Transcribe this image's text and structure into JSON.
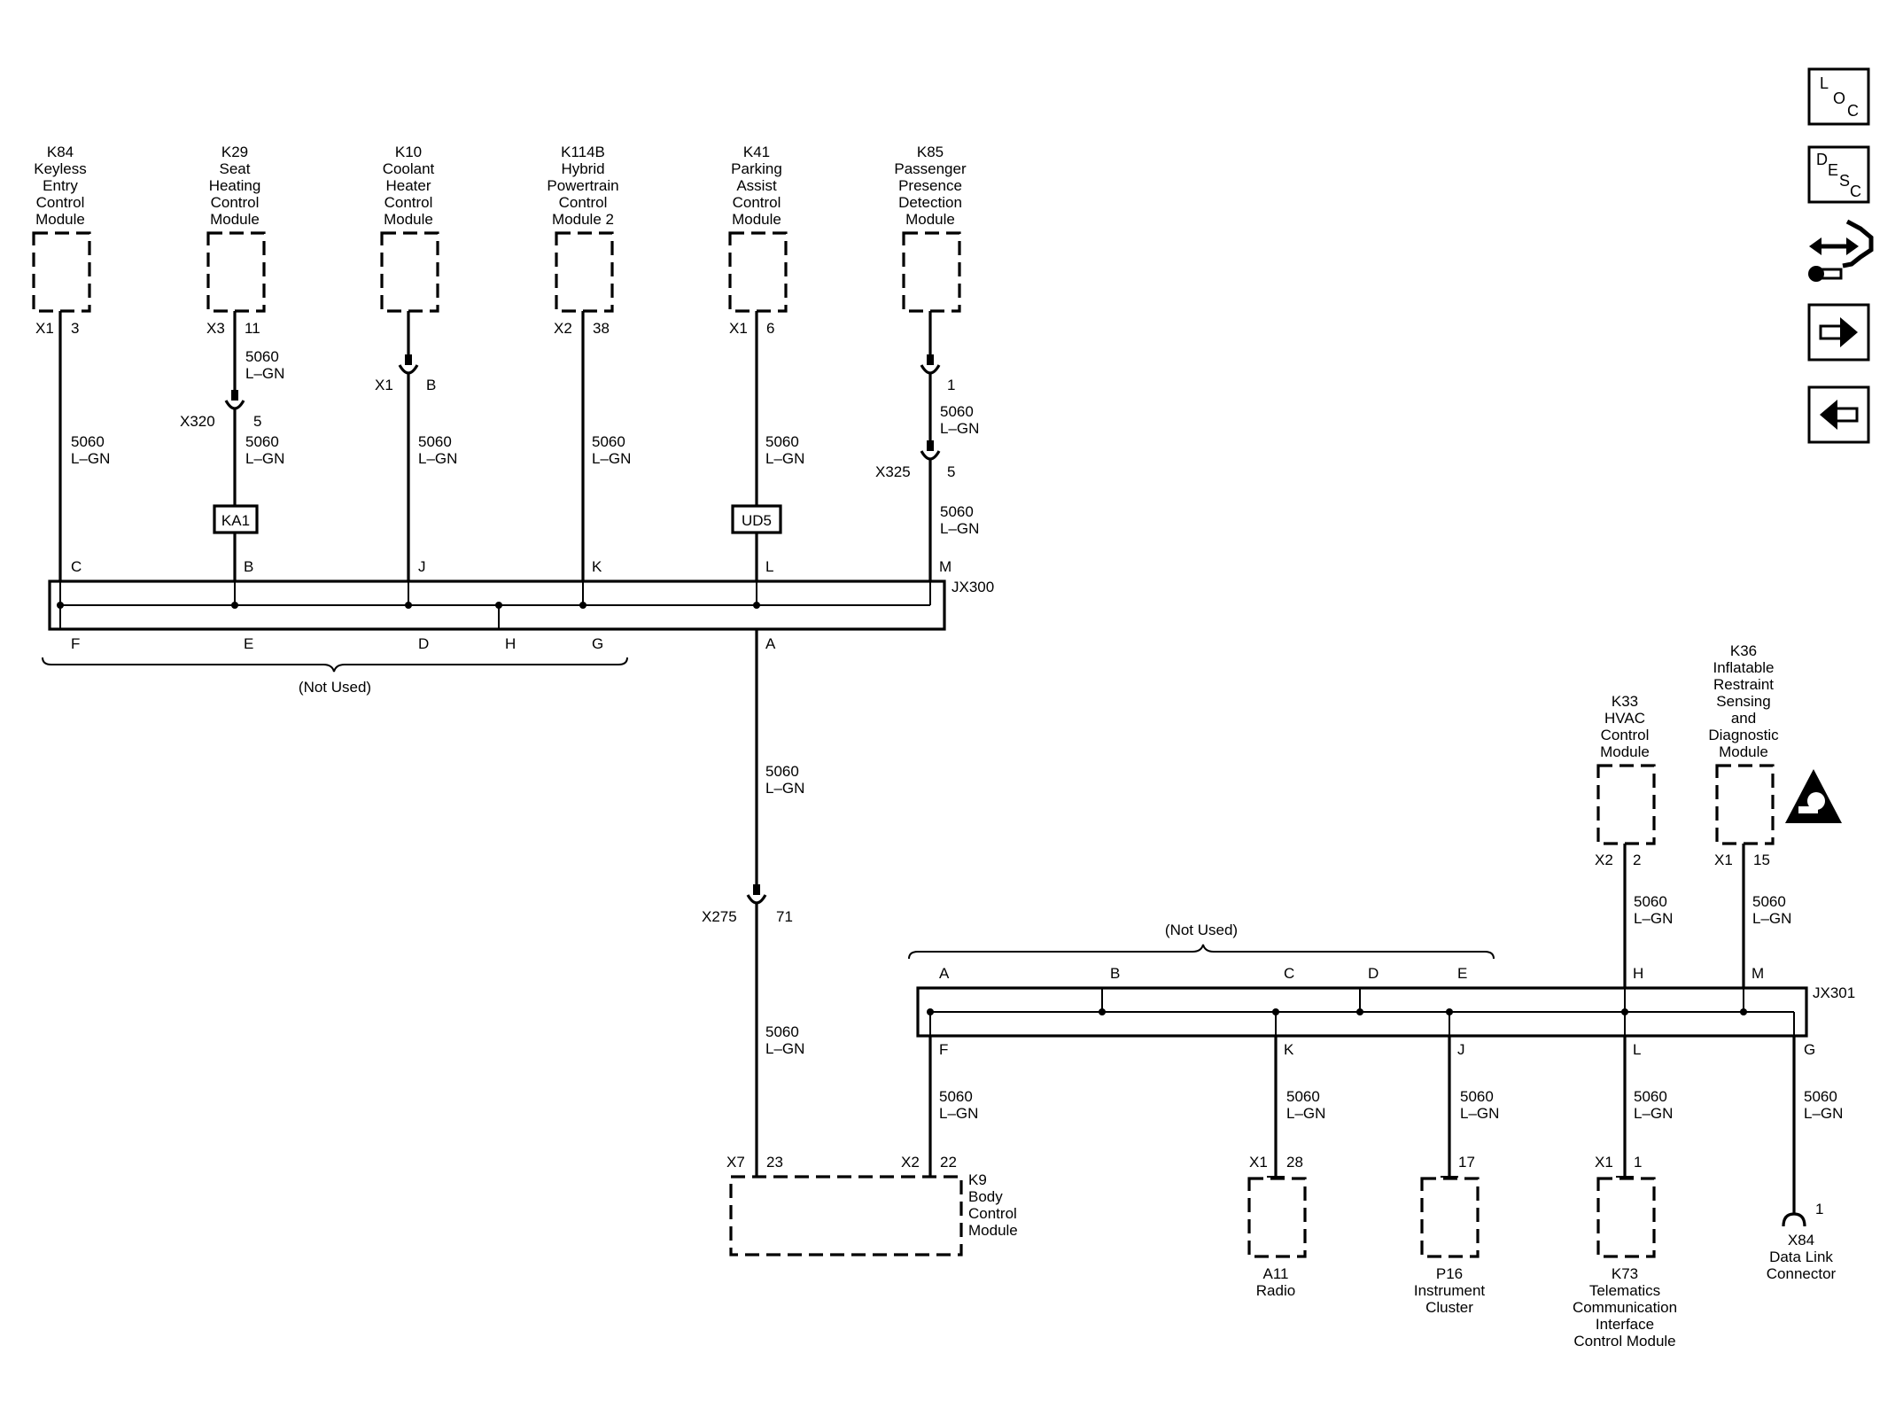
{
  "wire": {
    "circuit": "5060",
    "color": "L–GN"
  },
  "modules_top": [
    {
      "lines": [
        "K84",
        "Keyless",
        "Entry",
        "Control",
        "Module"
      ],
      "conn": "X1",
      "pin": "3"
    },
    {
      "lines": [
        "K29",
        "Seat",
        "Heating",
        "Control",
        "Module"
      ],
      "conn": "X3",
      "pin": "11"
    },
    {
      "lines": [
        "K10",
        "Coolant",
        "Heater",
        "Control",
        "Module"
      ],
      "conn": "X1",
      "pin": "B"
    },
    {
      "lines": [
        "K114B",
        "Hybrid",
        "Powertrain",
        "Control",
        "Module 2"
      ],
      "conn": "X2",
      "pin": "38"
    },
    {
      "lines": [
        "K41",
        "Parking",
        "Assist",
        "Control",
        "Module"
      ],
      "conn": "X1",
      "pin": "6"
    },
    {
      "lines": [
        "K85",
        "Passenger",
        "Presence",
        "Detection",
        "Module"
      ],
      "conn": "",
      "pin": "1"
    }
  ],
  "inline_connectors": {
    "x320": {
      "name": "X320",
      "pin": "5"
    },
    "x325": {
      "name": "X325",
      "pin": "5"
    },
    "x275": {
      "name": "X275",
      "pin": "71"
    }
  },
  "splice_packs": {
    "ka1": "KA1",
    "ud5": "UD5"
  },
  "jx300": {
    "name": "JX300",
    "top_pins": [
      "C",
      "B",
      "J",
      "K",
      "L",
      "M"
    ],
    "bottom_pins": [
      "F",
      "E",
      "D",
      "H",
      "G",
      "A"
    ],
    "not_used": "(Not Used)"
  },
  "jx301": {
    "name": "JX301",
    "top_pins": [
      "A",
      "B",
      "C",
      "D",
      "E",
      "H",
      "M"
    ],
    "bottom_pins": [
      "F",
      "K",
      "J",
      "L",
      "G"
    ],
    "not_used": "(Not Used)"
  },
  "modules_right_top": [
    {
      "lines": [
        "K33",
        "HVAC",
        "Control",
        "Module"
      ],
      "conn": "X2",
      "pin": "2"
    },
    {
      "lines": [
        "K36",
        "Inflatable",
        "Restraint",
        "Sensing",
        "and",
        "Diagnostic",
        "Module"
      ],
      "conn": "X1",
      "pin": "15"
    }
  ],
  "k9": {
    "lines": [
      "K9",
      "Body",
      "Control",
      "Module"
    ],
    "conn_a": "X7",
    "pin_a": "23",
    "conn_b": "X2",
    "pin_b": "22"
  },
  "modules_bottom": [
    {
      "lines": [
        "A11",
        "Radio"
      ],
      "conn": "X1",
      "pin": "28"
    },
    {
      "lines": [
        "P16",
        "Instrument",
        "Cluster"
      ],
      "conn": "",
      "pin": "17"
    },
    {
      "lines": [
        "K73",
        "Telematics",
        "Communication",
        "Interface",
        "Control Module"
      ],
      "conn": "X1",
      "pin": "1"
    }
  ],
  "dlc": {
    "lines": [
      "X84",
      "Data Link",
      "Connector"
    ],
    "pin": "1"
  },
  "nav": {
    "loc": [
      "L",
      "O",
      "C"
    ],
    "desc": [
      "D",
      "E",
      "S",
      "C"
    ],
    "icons": [
      "component-view-icon",
      "arrow-right-icon",
      "arrow-left-icon"
    ]
  }
}
